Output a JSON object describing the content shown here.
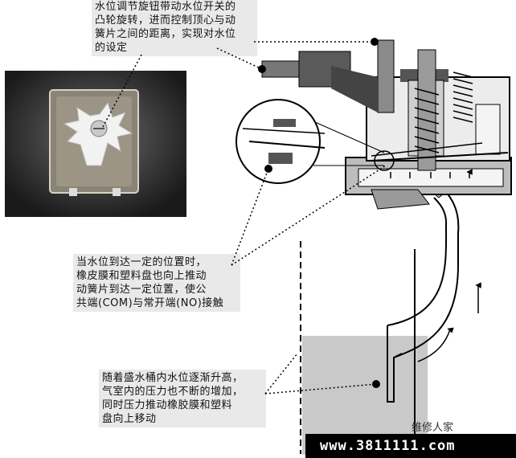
{
  "callouts": {
    "top": {
      "lines": [
        "水位调节旋钮带动水位开关的",
        "凸轮旋转，进而控制顶心与动",
        "簧片之间的距离，实现对水位",
        "的设定"
      ]
    },
    "middle": {
      "lines": [
        "当水位到达一定的位置时，",
        "橡皮膜和塑料盘也向上推动",
        "动簧片到达一定位置，使公",
        "共端(COM)与常开端(NO)接触"
      ]
    },
    "bottom": {
      "lines": [
        "随着盛水桶内水位逐渐升高，",
        "气室内的压力也不断的增加，",
        "同时压力推动橡胶膜和塑料",
        "盘向上移动"
      ]
    }
  },
  "watermark": {
    "url": "www.3811111.com",
    "brand": "维修人家"
  }
}
